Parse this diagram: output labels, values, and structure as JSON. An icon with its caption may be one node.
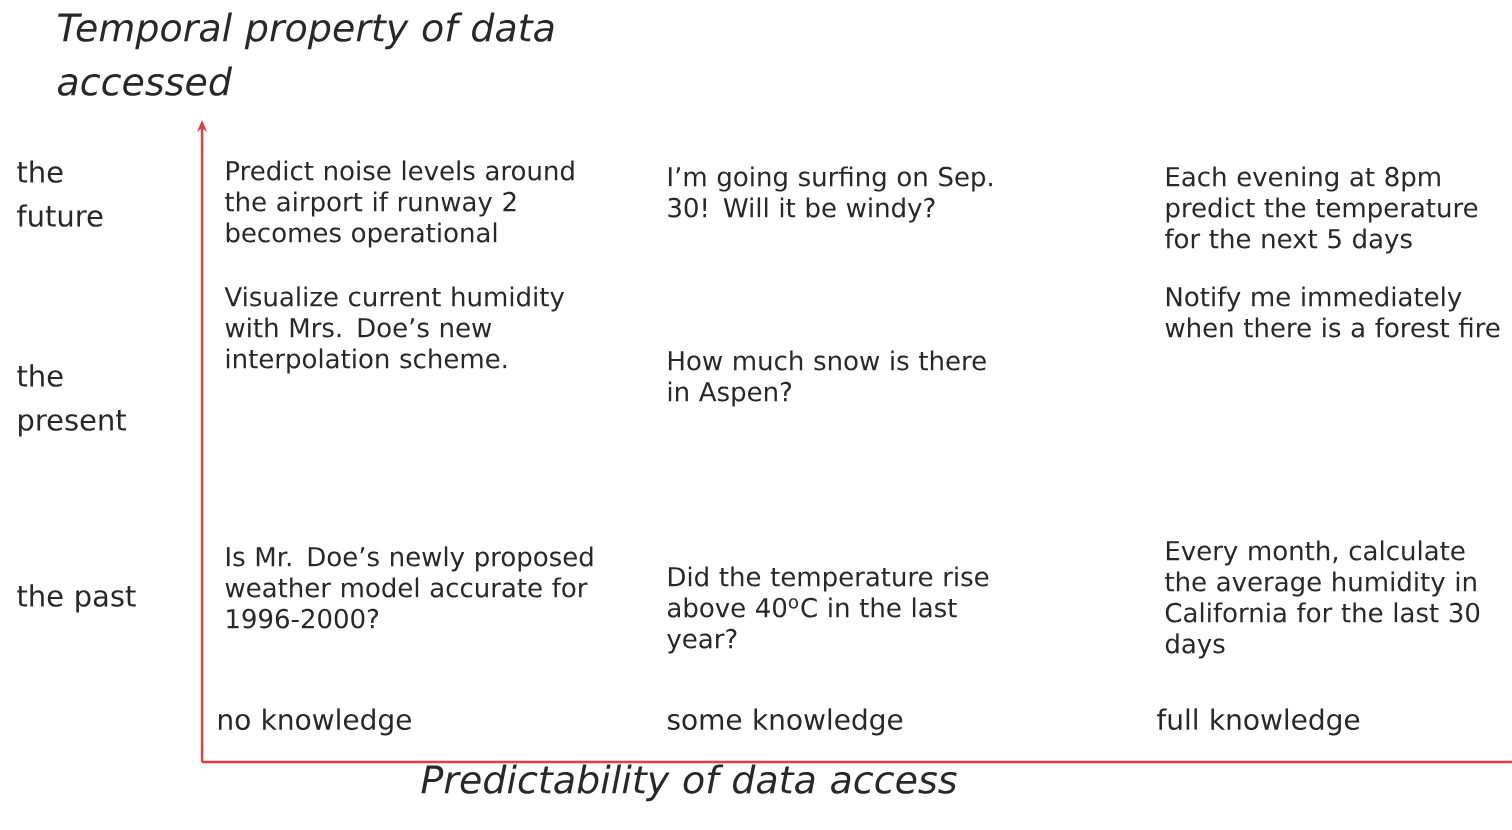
{
  "diagram": {
    "labels": [
      "Temporal property of data accessed",
      "the future",
      "Predict noise levels around the airport if runway 2 becomes operational",
      "I’m going surfing on Sep. 30! Will it be windy?",
      "Each evening at 8pm predict the temperature for the next 5 days",
      "the present",
      "Visualize current humidity with Mrs. Doe’s new interpolation scheme.",
      "How much snow is there in Aspen?",
      "Notify me immediately when there is a forest fire",
      "the past",
      "Is Mr. Doe’s newly proposed weather model accurate for 1996-2000?",
      "Did the temperature rise above 40$^{o}$C in the last year?",
      "Every month, calculate the average humidity in California for the last 30 days",
      "no knowledge",
      "some knowledge",
      "full knowledge",
      "Predictability of data access"
    ]
  }
}
